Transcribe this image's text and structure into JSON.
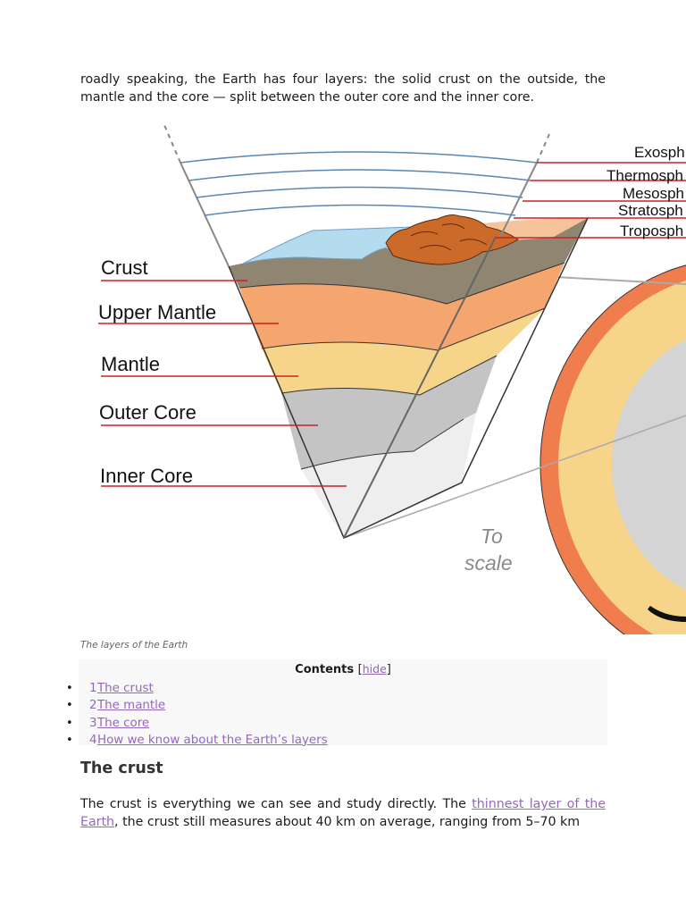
{
  "intro_text": "roadly speaking, the Earth has four layers: the solid crust on the outside, the mantle and the core — split between the outer core and the inner core.",
  "figure": {
    "layer_labels": [
      "Crust",
      "Upper Mantle",
      "Mantle",
      "Outer Core",
      "Inner Core"
    ],
    "atmosphere_labels": [
      "Exosph",
      "Thermosph",
      "Mesosph",
      "Stratosph",
      "Troposph"
    ],
    "scale_line1": "To",
    "scale_line2": "scale",
    "colors": {
      "crust": "#8f8570",
      "upper_mantle": "#f4a66e",
      "mantle": "#f6d58a",
      "outer_core": "#c4c4c4",
      "inner_core": "#eeeeee",
      "leader_line": "#cc2027",
      "atmosphere_line": "#5b86b3",
      "ocean": "#b5dbef",
      "land": "#cc6a2a"
    }
  },
  "caption": "The layers of the Earth",
  "toc": {
    "title": "Contents",
    "hide_label": "hide",
    "items": [
      {
        "num": "1",
        "label": " The crust"
      },
      {
        "num": "2",
        "label": " The mantle"
      },
      {
        "num": "3",
        "label": " The core"
      },
      {
        "num": "4",
        "label": " How we know about the Earth’s layers"
      }
    ]
  },
  "section": {
    "heading": "The crust",
    "para_before": "The crust is everything we can see and study directly. The ",
    "link_text": "thinnest layer of the Earth",
    "para_after": ", the crust still measures about 40 km on average, ranging from 5–70 km"
  }
}
